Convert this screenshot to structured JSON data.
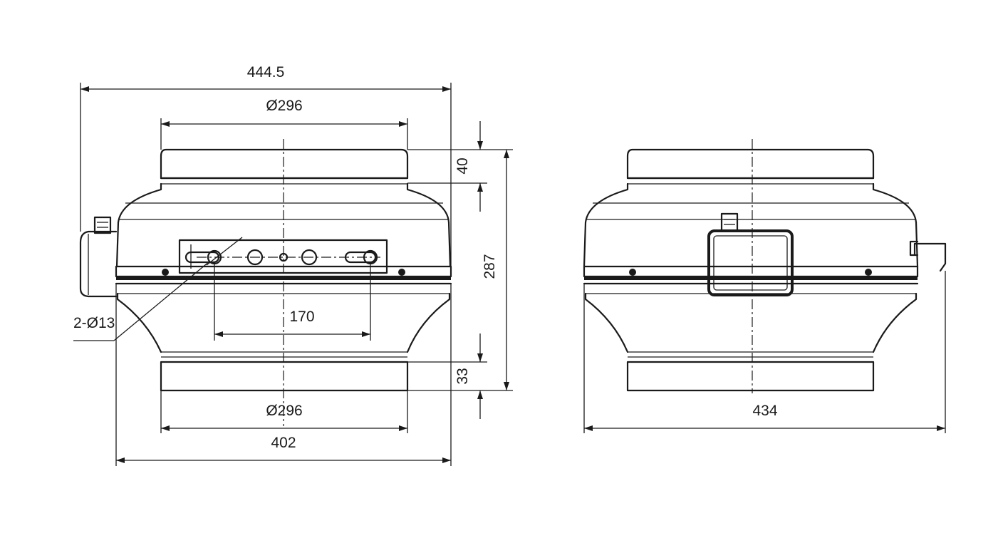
{
  "dimensions": {
    "overall_width_with_box": "444.5",
    "top_diameter": "Ø296",
    "inlet_height": "40",
    "total_height": "287",
    "bracket_holes": "2-Ø13",
    "hole_spacing": "170",
    "outlet_height": "33",
    "bottom_diameter": "Ø296",
    "bottom_width": "402",
    "side_view_width": "434"
  }
}
